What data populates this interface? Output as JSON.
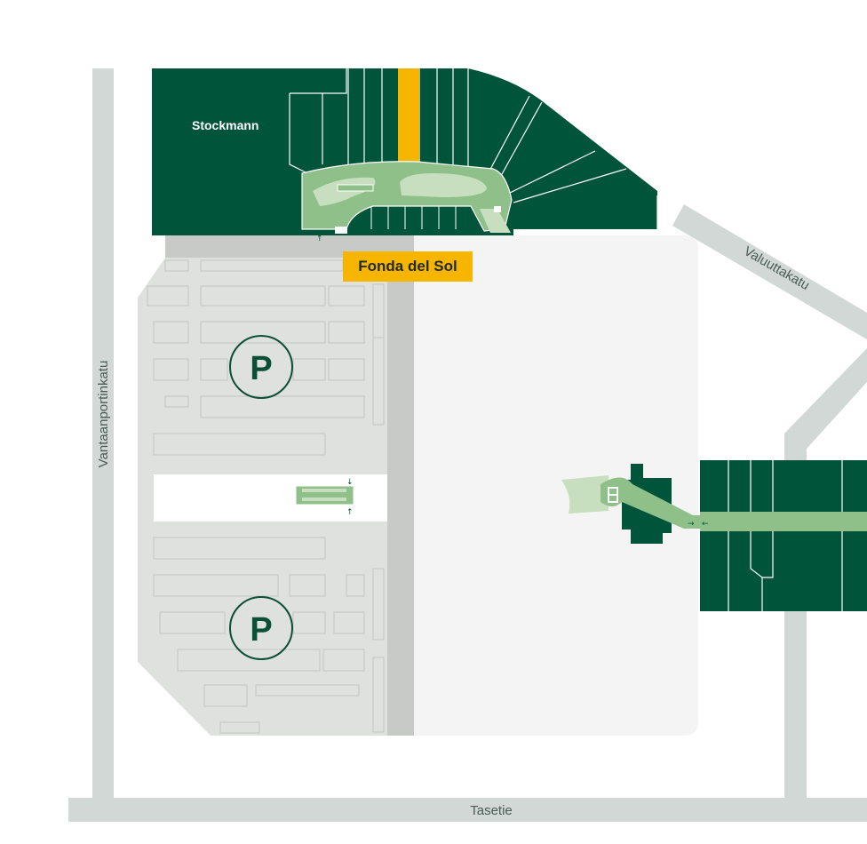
{
  "map": {
    "stores": {
      "anchor": "Stockmann",
      "highlighted": "Fonda del Sol"
    },
    "roads": {
      "west": "Vantaanportinkatu",
      "south": "Tasetie",
      "northeast": "Valuuttakatu"
    },
    "parking": {
      "north_symbol": "P",
      "south_symbol": "P"
    },
    "colors": {
      "building": "#005439",
      "corridor": "#8fc08a",
      "corridor_light": "#c7dfbf",
      "parking_area": "#dfe1df",
      "road": "#d1d8d5",
      "plaza": "#f3f4f3",
      "highlight": "#f7b500",
      "driveway": "#c8cac8"
    },
    "icons": {
      "parking": "parking-icon",
      "escalator": "escalator-icon",
      "entrance_arrow": "arrow-icon"
    }
  }
}
